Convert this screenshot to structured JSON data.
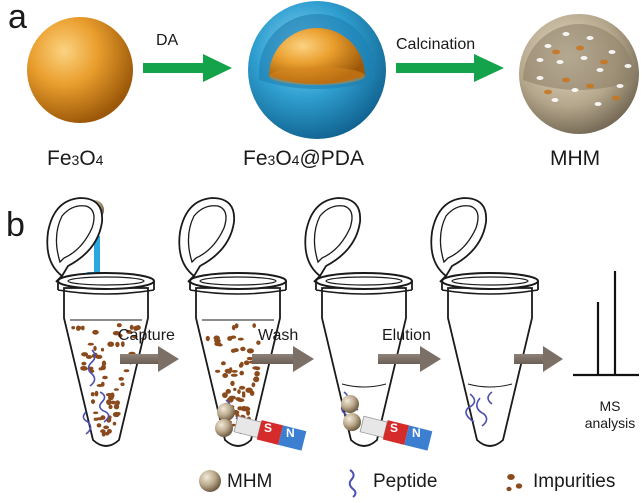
{
  "panel_a": {
    "letter": "a",
    "arrow1_label": "DA",
    "arrow2_label": "Calcination",
    "materials": [
      {
        "formula_main": "Fe",
        "sub1": "3",
        "mid": "O",
        "sub2": "4",
        "suffix": ""
      },
      {
        "formula_main": "Fe",
        "sub1": "3",
        "mid": "O",
        "sub2": "4",
        "suffix": "@PDA"
      }
    ],
    "product": "MHM"
  },
  "panel_b": {
    "letter": "b",
    "steps": [
      "Capture",
      "Wash",
      "Elution"
    ],
    "ms_label": [
      "MS",
      "analysis"
    ],
    "magnet_poles": [
      "S",
      "N"
    ]
  },
  "legend": [
    {
      "label": "MHM",
      "icon": "mhm-sphere-icon"
    },
    {
      "label": "Peptide",
      "icon": "peptide-squiggle-icon"
    },
    {
      "label": "Impurities",
      "icon": "impurity-dots-icon"
    }
  ],
  "colors": {
    "fe3o4": "#e0901e",
    "pda_shell": "#2f9fd0",
    "arrow_green": "#14a24a",
    "arrow_grey": "#7b6f66",
    "magnet_red": "#d62b2b",
    "magnet_blue": "#3c7fd0",
    "impurity": "#8a4a1c",
    "peptide": "#4a4fb0"
  }
}
